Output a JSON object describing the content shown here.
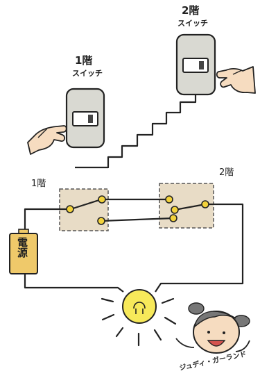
{
  "switch_1f": {
    "floor": "1階",
    "label": "スイッチ"
  },
  "switch_2f": {
    "floor": "2階",
    "label": "スイッチ"
  },
  "circuit": {
    "left_box_label": "1階",
    "right_box_label": "2階"
  },
  "power": {
    "label": "電源"
  },
  "credit": "ジュディ・ガーランド",
  "colors": {
    "switch_plate": "#d9d9d2",
    "box_fill": "#e8dcc6",
    "terminal": "#f2d23c",
    "bulb": "#f7e95a",
    "battery": "#efc96a",
    "hand": "#f6dcc0",
    "girl_hair": "#777777",
    "line": "#222222"
  }
}
